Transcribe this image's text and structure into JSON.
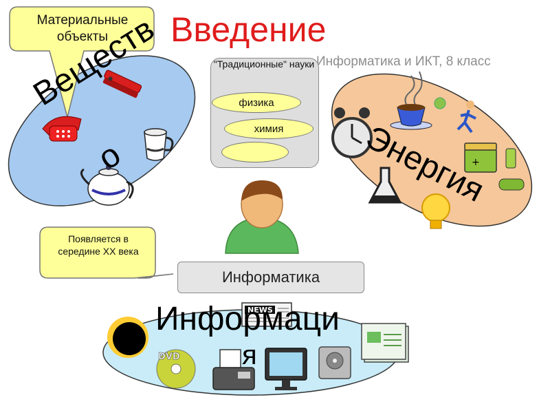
{
  "title": "Введение",
  "subtitle": "Информатика и ИКТ, 8 класс",
  "callout_material": "Материальные объекты",
  "callout_century": "Появляется в середине XX века",
  "traditional": {
    "label": "\"Традиционные\" науки",
    "sciences": [
      "физика",
      "химия",
      ""
    ]
  },
  "center_box": "Информатика",
  "ellipses": {
    "matter": {
      "line1": "Веществ",
      "line2": "о",
      "color": "#a6caf0"
    },
    "energy": {
      "line1": "Энергия",
      "color": "#f5c79a"
    },
    "information": {
      "line1": "Информаци",
      "line2": "я",
      "color": "#c9ecf8"
    }
  },
  "icons": {
    "matter": [
      "stapler-icon",
      "telephone-icon",
      "cup-icon",
      "teapot-icon"
    ],
    "energy": [
      "steam-icon",
      "coffee-cup-icon",
      "alarm-clock-icon",
      "runner-icon",
      "battery-icon",
      "flask-icon",
      "lightbulb-icon"
    ],
    "information": [
      "newspaper-icon",
      "eclipse-icon",
      "dvd-icon",
      "fax-icon",
      "monitor-icon",
      "hard-drive-icon",
      "postcard-icon"
    ]
  },
  "colors": {
    "title": "#e01c1c",
    "callout": "#ffff99",
    "person": "#5cb85c"
  }
}
